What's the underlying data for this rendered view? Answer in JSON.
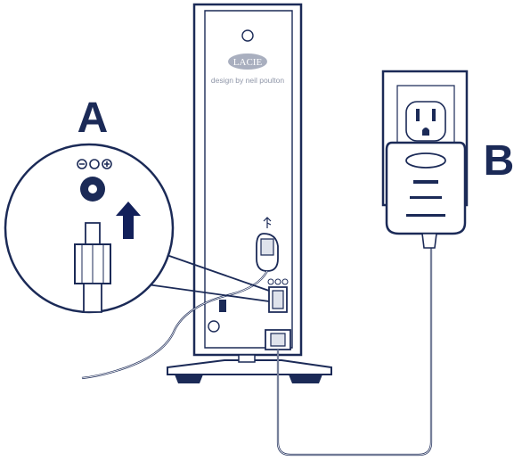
{
  "labels": {
    "callout_a": "A",
    "callout_b": "B"
  },
  "drive": {
    "logo_text": "LACIE",
    "design_credit": "design by neil poulton"
  },
  "icons": {
    "power_polarity_zoom": "power-polarity-icon",
    "power_polarity_drive": "power-polarity-icon",
    "usb_port": "usb-icon",
    "insert_direction": "arrow-up-icon"
  },
  "colors": {
    "line": "#1b2a57",
    "accent": "#12205a",
    "fill_light": "#ffffff",
    "fill_shade": "#dfe3ec",
    "logo_badge": "#a9afbf"
  }
}
